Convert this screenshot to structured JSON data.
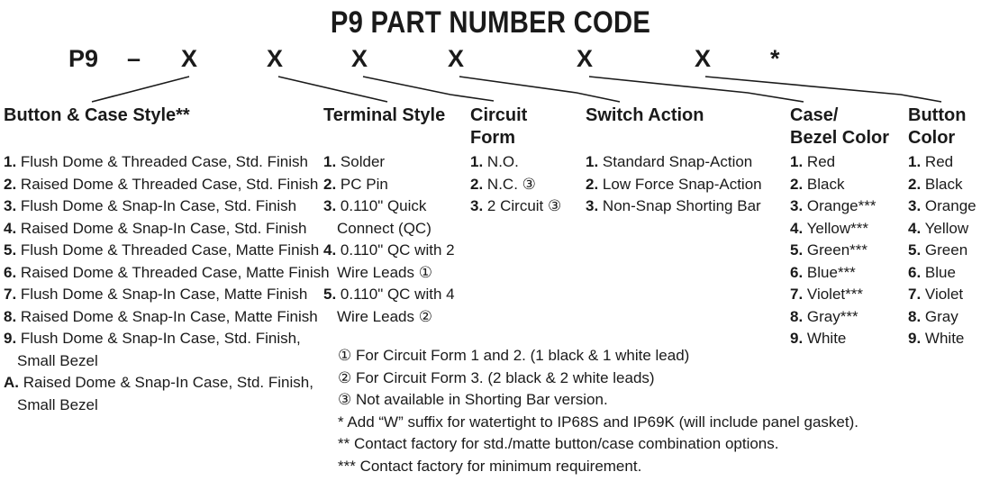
{
  "title": "P9 PART NUMBER CODE",
  "code": {
    "prefix": "P9",
    "dash": "–",
    "x1": "X",
    "x2": "X",
    "x3": "X",
    "x4": "X",
    "x5": "X",
    "x6": "X",
    "star": "*"
  },
  "columns": {
    "button_case": {
      "header": "Button & Case Style**",
      "items": [
        {
          "n": "1.",
          "t": "Flush Dome & Threaded Case, Std. Finish"
        },
        {
          "n": "2.",
          "t": "Raised Dome & Threaded Case, Std. Finish"
        },
        {
          "n": "3.",
          "t": "Flush Dome & Snap-In Case, Std. Finish"
        },
        {
          "n": "4.",
          "t": "Raised Dome & Snap-In Case, Std. Finish"
        },
        {
          "n": "5.",
          "t": "Flush Dome & Threaded Case, Matte Finish"
        },
        {
          "n": "6.",
          "t": "Raised Dome & Threaded Case, Matte Finish"
        },
        {
          "n": "7.",
          "t": "Flush Dome & Snap-In Case, Matte Finish"
        },
        {
          "n": "8.",
          "t": "Raised Dome & Snap-In Case, Matte Finish"
        },
        {
          "n": "9.",
          "t": "Flush Dome & Snap-In Case, Std. Finish,",
          "t2": "Small Bezel"
        },
        {
          "n": "A.",
          "t": "Raised Dome & Snap-In Case, Std. Finish,",
          "t2": "Small Bezel"
        }
      ]
    },
    "terminal": {
      "header": "Terminal Style",
      "items": [
        {
          "n": "1.",
          "t": "Solder"
        },
        {
          "n": "2.",
          "t": "PC Pin"
        },
        {
          "n": "3.",
          "t": "0.110\" Quick",
          "t2": "Connect (QC)"
        },
        {
          "n": "4.",
          "t": "0.110\" QC with 2",
          "t2": "Wire Leads ①"
        },
        {
          "n": "5.",
          "t": "0.110\" QC with 4",
          "t2": "Wire Leads ②"
        }
      ]
    },
    "circuit": {
      "header1": "Circuit",
      "header2": "Form",
      "items": [
        {
          "n": "1.",
          "t": "N.O."
        },
        {
          "n": "2.",
          "t": "N.C. ③"
        },
        {
          "n": "3.",
          "t": "2 Circuit ③"
        }
      ]
    },
    "switch": {
      "header": "Switch Action",
      "items": [
        {
          "n": "1.",
          "t": "Standard Snap-Action"
        },
        {
          "n": "2.",
          "t": "Low Force Snap-Action"
        },
        {
          "n": "3.",
          "t": "Non-Snap Shorting Bar"
        }
      ]
    },
    "bezel": {
      "header1": "Case/",
      "header2": "Bezel Color",
      "items": [
        {
          "n": "1.",
          "t": "Red"
        },
        {
          "n": "2.",
          "t": "Black"
        },
        {
          "n": "3.",
          "t": "Orange***"
        },
        {
          "n": "4.",
          "t": "Yellow***"
        },
        {
          "n": "5.",
          "t": "Green***"
        },
        {
          "n": "6.",
          "t": "Blue***"
        },
        {
          "n": "7.",
          "t": "Violet***"
        },
        {
          "n": "8.",
          "t": "Gray***"
        },
        {
          "n": "9.",
          "t": "White"
        }
      ]
    },
    "button_color": {
      "header1": "Button",
      "header2": "Color",
      "items": [
        {
          "n": "1.",
          "t": "Red"
        },
        {
          "n": "2.",
          "t": "Black"
        },
        {
          "n": "3.",
          "t": "Orange"
        },
        {
          "n": "4.",
          "t": "Yellow"
        },
        {
          "n": "5.",
          "t": "Green"
        },
        {
          "n": "6.",
          "t": "Blue"
        },
        {
          "n": "7.",
          "t": "Violet"
        },
        {
          "n": "8.",
          "t": "Gray"
        },
        {
          "n": "9.",
          "t": "White"
        }
      ]
    }
  },
  "notes": [
    "① For Circuit Form 1 and 2. (1 black & 1 white lead)",
    "② For Circuit Form 3. (2 black & 2 white leads)",
    "③ Not available in Shorting Bar version.",
    "* Add “W” suffix for watertight to IP68S and IP69K (will include panel gasket).",
    "** Contact factory for std./matte button/case combination options.",
    "*** Contact factory for minimum requirement."
  ]
}
